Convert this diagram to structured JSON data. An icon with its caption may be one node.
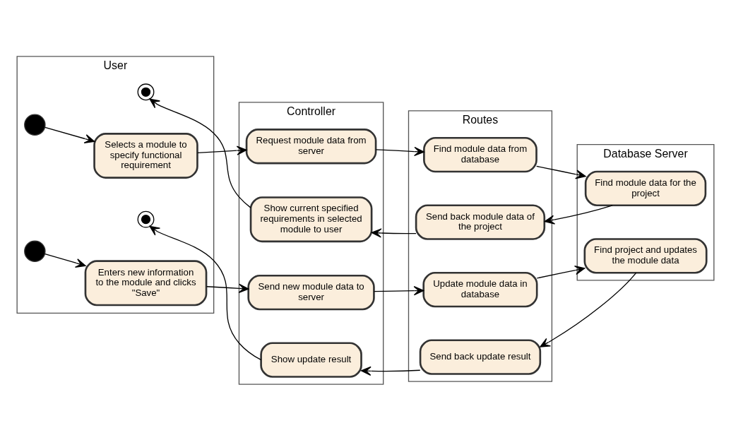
{
  "diagram": {
    "nodes": [
      {
        "text": [
          "User"
        ]
      },
      {
        "text": [
          "Controller"
        ]
      },
      {
        "text": [
          "Routes"
        ]
      },
      {
        "text": [
          "Database Server"
        ]
      },
      {
        "text": [],
        "shape": "circle",
        "in": 0
      },
      {
        "text": [
          "Selects a module to specify functional requirement"
        ],
        "in": 0
      },
      {
        "text": [
          "Request module data from server"
        ],
        "in": 1
      },
      {
        "text": [
          "Find module data from database"
        ],
        "in": 2
      },
      {
        "text": [
          "Find module data for the project"
        ],
        "in": 3
      },
      {
        "text": [],
        "shape": "bullseye",
        "in": 0
      },
      {
        "text": [
          "Show current specified requirements in selected module to user"
        ],
        "in": 1
      },
      {
        "text": [
          "Send back module data of the project"
        ],
        "in": 2
      },
      {
        "text": [],
        "shape": "circle",
        "in": 0
      },
      {
        "text": [
          "Enters new information to the module and clicks \"Save\""
        ],
        "in": 0
      },
      {
        "text": [
          "Send new module data to server"
        ],
        "in": 1
      },
      {
        "text": [
          "Update module data in database"
        ],
        "in": 2
      },
      {
        "text": [
          "Find project and updates the module data"
        ],
        "in": 3
      },
      {
        "text": [],
        "shape": "bullseye",
        "in": 0
      },
      {
        "text": [
          "Show update result"
        ],
        "in": 1
      },
      {
        "text": [
          "Send back update result"
        ],
        "in": 2
      }
    ],
    "edges": [
      {
        "from": 4,
        "to": 5,
        "arrow": "to"
      },
      {
        "from": 5,
        "to": 6,
        "arrow": "to"
      },
      {
        "from": 6,
        "to": 7,
        "arrow": "to"
      },
      {
        "from": 7,
        "to": 8,
        "arrow": "to"
      },
      {
        "from": 8,
        "to": 11,
        "arrow": "to"
      },
      {
        "from": 11,
        "to": 10,
        "arrow": "to"
      },
      {
        "from": 10,
        "to": 9,
        "arrow": "to"
      },
      {
        "from": 12,
        "to": 13,
        "arrow": "to"
      },
      {
        "from": 13,
        "to": 14,
        "arrow": "to"
      },
      {
        "from": 14,
        "to": 15,
        "arrow": "to"
      },
      {
        "from": 15,
        "to": 16,
        "arrow": "to"
      },
      {
        "from": 16,
        "to": 19,
        "arrow": "to"
      },
      {
        "from": 19,
        "to": 18,
        "arrow": "to"
      },
      {
        "from": 18,
        "to": 17,
        "arrow": "to"
      }
    ]
  }
}
